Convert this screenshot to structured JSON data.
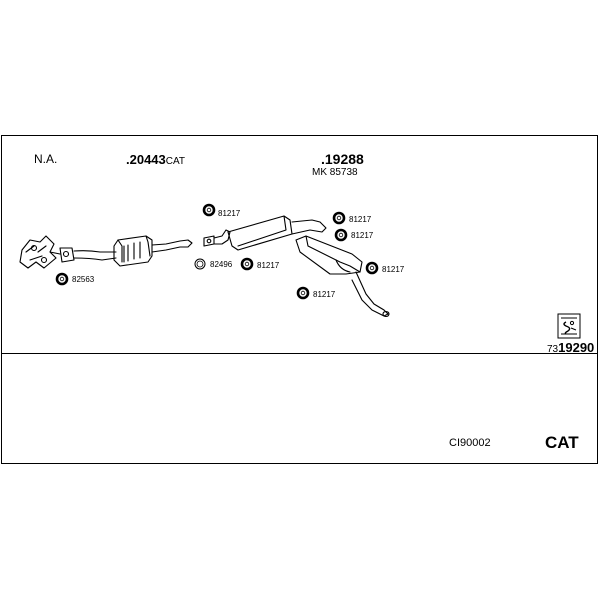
{
  "header": {
    "na_label": "N.A.",
    "cat_prefix": ".20443",
    "cat_suffix": "CAT",
    "muffler_number": ".19288",
    "mounting_kit": "MK 85738"
  },
  "parts": {
    "p82563": "82563",
    "p82496": "82496",
    "p81217_a": "81217",
    "p81217_b": "81217",
    "p81217_c": "81217",
    "p81217_d": "81217",
    "p81217_e": "81217",
    "p81217_f": "81217"
  },
  "reference": {
    "prefix": "73",
    "number": "19290"
  },
  "footer": {
    "code": "CI90002",
    "type": "CAT"
  },
  "icons": [
    "gasket-ring-icon",
    "exhaust-diagram",
    "reference-sheet-icon"
  ]
}
